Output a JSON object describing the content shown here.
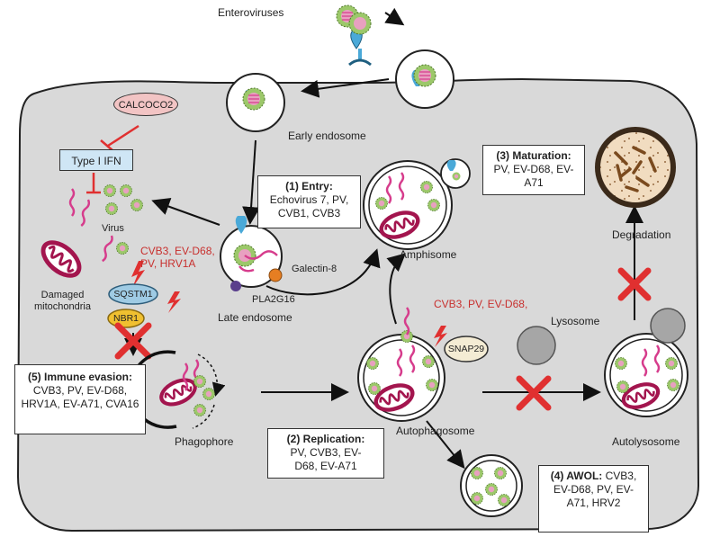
{
  "labels": {
    "enteroviruses": "Enteroviruses",
    "early_endosome": "Early endosome",
    "late_endosome": "Late endosome",
    "galectin8": "Galectin-8",
    "pla2g16": "PLA2G16",
    "virus": "Virus",
    "damaged_mito": "Damaged\nmitochondria",
    "amphisome": "Amphisome",
    "autophagosome": "Autophagosome",
    "phagophore": "Phagophore",
    "lysosome": "Lysosome",
    "autolysosome": "Autolysosome",
    "degradation": "Degradation",
    "calcoco2": "CALCOCO2",
    "type1ifn": "Type I IFN",
    "sqstm1": "SQSTM1",
    "nbr1": "NBR1",
    "snap29": "SNAP29",
    "red_sqstm1": "CVB3, EV-D68,\nPV, HRV1A",
    "red_snap29": "CVB3, PV, EV-D68,"
  },
  "boxes": {
    "entry": {
      "title": "(1) Entry:",
      "body": "Echovirus 7, PV,\nCVB1, CVB3"
    },
    "replication": {
      "title": "(2) Replication:",
      "body": "PV, CVB3, EV-\nD68, EV-A71"
    },
    "maturation": {
      "title": "(3) Maturation:",
      "body": "PV, EV-D68, EV-\nA71"
    },
    "awol": {
      "title": "(4) AWOL:",
      "body": " CVB3,\nEV-D68, PV, EV-\nA71, HRV2"
    },
    "immune": {
      "title": "(5) Immune evasion:",
      "body": "CVB3, PV, EV-D68,\nHRV1A, EV-A71, CVA16"
    }
  },
  "colors": {
    "cell_fill": "#d9d9d9",
    "virus_ring": "#9cc86a",
    "virus_core": "#e8a0c0",
    "rna": "#d63c8c",
    "mito": "#a3154e",
    "receptor": "#4aa9d8",
    "calcoco2_fill": "#f2c4c4",
    "ifn_fill": "#cfe6f5",
    "sqstm1_fill": "#9fcbe4",
    "nbr1_fill": "#f0c030",
    "inhibit_red": "#e03030",
    "lysosome": "#a6a6a6",
    "degradation": "#7a4a1e"
  }
}
